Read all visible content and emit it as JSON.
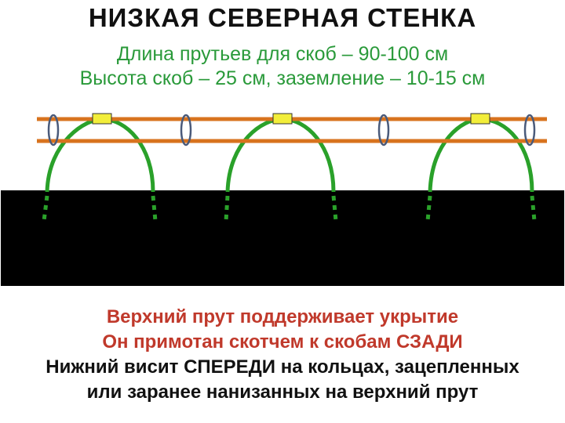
{
  "title": "НИЗКАЯ  СЕВЕРНАЯ СТЕНКА",
  "subtitle": {
    "line1": "Длина прутьев для скоб – 90-100 см",
    "line2": "Высота скоб – 25 см, заземление – 10-15 см"
  },
  "notes": {
    "line1": "Верхний прут поддерживает  укрытие",
    "line2": "Он примотан скотчем к скобам СЗАДИ",
    "line3": "Нижний висит СПЕРЕДИ на кольцах, зацепленных",
    "line4": "или заранее нанизанных на верхний прут"
  },
  "colors": {
    "subtitle": "#2a9a3a",
    "rod": "#d8731e",
    "arch": "#2aa12a",
    "tape": "#f2ee3a",
    "ring": "#4a5a7a",
    "ground": "#000000",
    "note_accent": "#c0392b"
  }
}
